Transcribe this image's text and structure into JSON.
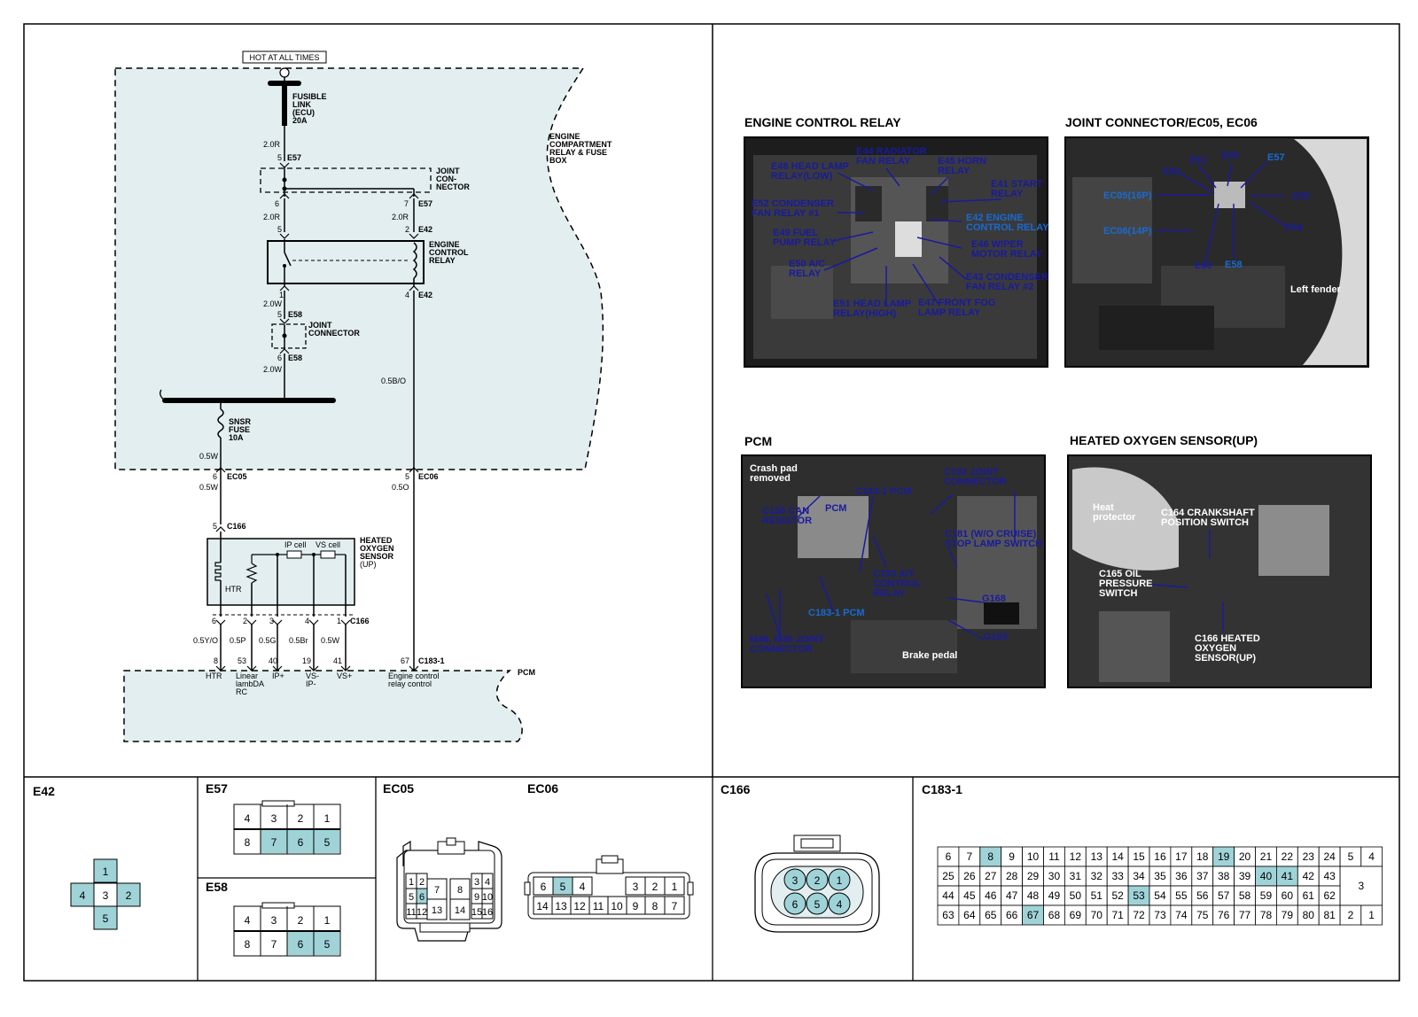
{
  "schematic": {
    "hot_label": "HOT AT ALL TIMES",
    "fusible_link": [
      "FUSIBLE",
      "LINK",
      "(ECU)",
      "20A"
    ],
    "relay_box": [
      "ENGINE",
      "COMPARTMENT",
      "RELAY & FUSE",
      "BOX"
    ],
    "joint_connector_1": [
      "JOINT",
      "CON-",
      "NECTOR"
    ],
    "engine_control_relay": [
      "ENGINE",
      "CONTROL",
      "RELAY"
    ],
    "joint_connector_2": [
      "JOINT",
      "CONNECTOR"
    ],
    "snsr_fuse": [
      "SNSR",
      "FUSE",
      "10A"
    ],
    "sensor": [
      "HEATED",
      "OXYGEN",
      "SENSOR",
      "(UP)"
    ],
    "htr": "HTR",
    "ip_cell": "IP cell",
    "vs_cell": "VS cell",
    "pcm": "PCM",
    "connectors": {
      "e57": "E57",
      "e42": "E42",
      "e58": "E58",
      "ec05": "EC05",
      "ec06": "EC06",
      "c166": "C166",
      "c183": "C183-1"
    },
    "wires": {
      "w20r_a": "2.0R",
      "w20r_b": "2.0R",
      "w20r_c": "2.0R",
      "w20w_a": "2.0W",
      "w20w_b": "2.0W",
      "w05w_a": "0.5W",
      "w05w_b": "0.5W",
      "w05bo": "0.5B/O",
      "w05o": "0.5O",
      "w05yo": "0.5Y/O",
      "w05p": "0.5P",
      "w05g": "0.5G",
      "w05br": "0.5Br",
      "w05w_c": "0.5W"
    },
    "pins": {
      "p5": "5",
      "p6": "6",
      "p7": "7",
      "p2": "2",
      "p5b": "5",
      "p1": "1",
      "p4": "4",
      "p5c": "5",
      "p6b": "6",
      "p6c": "6",
      "p5d": "5",
      "p5e": "5",
      "s6": "6",
      "s2": "2",
      "s3": "3",
      "s4": "4",
      "s1": "1",
      "q8": "8",
      "q53": "53",
      "q40": "40",
      "q19": "19",
      "q41": "41",
      "q67": "67"
    },
    "pcm_pins": [
      "HTR",
      "Linear",
      "lambDA",
      "RC",
      "IP+",
      "VS-",
      "IP-",
      "VS+",
      "Engine control",
      "relay control"
    ]
  },
  "photos": {
    "engine_control_relay": {
      "title": "ENGINE CONTROL RELAY",
      "labels": [
        "E48 HEAD LAMP",
        "RELAY(LOW)",
        "E44 RADIATOR",
        "FAN RELAY",
        "E45 HORN",
        "RELAY",
        "E41 START",
        "RELAY",
        "E52 CONDENSER",
        "FAN RELAY #1",
        "E42 ENGINE",
        "CONTROL RELAY",
        "E49 FUEL",
        "PUMP RELAY",
        "E46 WIPER",
        "MOTOR RELAY",
        "E50 A/C",
        "RELAY",
        "E43 CONDENSER",
        "FAN RELAY #2",
        "E51 HEAD LAMP",
        "RELAY(HIGH)",
        "E47 FRONT FOG",
        "LAMP RELAY"
      ]
    },
    "joint_connector": {
      "title": "JOINT CONNECTOR/EC05, EC06",
      "labels": [
        "E61",
        "E59",
        "E57",
        "E62",
        "EC05(16P)",
        "E55",
        "EC06(14P)",
        "E56",
        "E60",
        "E58",
        "Left fender"
      ]
    },
    "pcm": {
      "title": "PCM",
      "labels": [
        "Crash pad",
        "removed",
        "C183-2 PCM",
        "C192 JOINT",
        "CONNECTOR",
        "C156 CAN",
        "RESISTOR",
        "PCM",
        "C181 (W/O CRUISE)",
        "STOP LAMP SWITCH",
        "C193 A/T",
        "CONTROL",
        "RELAY",
        "G168",
        "C183-1 PCM",
        "M46, M45 JOINT",
        "CONNECTOR",
        "G169",
        "Brake pedal"
      ]
    },
    "heated_oxygen_sensor": {
      "title": "HEATED OXYGEN SENSOR(UP)",
      "labels": [
        "Heat",
        "protector",
        "C164 CRANKSHAFT",
        "POSITION SWITCH",
        "C165 OIL",
        "PRESSURE",
        "SWITCH",
        "C166 HEATED",
        "OXYGEN",
        "SENSOR(UP)"
      ]
    }
  },
  "connector_views": {
    "e42": {
      "title": "E42",
      "pins": [
        "1",
        "4",
        "3",
        "2",
        "5"
      ]
    },
    "e57": {
      "title": "E57",
      "top": [
        "4",
        "3",
        "2",
        "1"
      ],
      "bottom": [
        "8",
        "7",
        "6",
        "5"
      ]
    },
    "e58": {
      "title": "E58",
      "top": [
        "4",
        "3",
        "2",
        "1"
      ],
      "bottom": [
        "8",
        "7",
        "6",
        "5"
      ]
    },
    "ec05": {
      "title": "EC05",
      "cells": [
        "1",
        "2",
        "3",
        "4",
        "5",
        "6",
        "7",
        "8",
        "9",
        "10",
        "11",
        "12",
        "13",
        "14",
        "15",
        "16"
      ]
    },
    "ec06": {
      "title": "EC06",
      "top": [
        "6",
        "5",
        "4",
        "3",
        "2",
        "1"
      ],
      "bottom": [
        "14",
        "13",
        "12",
        "11",
        "10",
        "9",
        "8",
        "7"
      ]
    },
    "c166": {
      "title": "C166",
      "top": [
        "3",
        "2",
        "1"
      ],
      "bottom": [
        "6",
        "5",
        "4"
      ]
    },
    "c183": {
      "title": "C183-1",
      "rows": [
        [
          "6",
          "7",
          "8",
          "9",
          "10",
          "11",
          "12",
          "13",
          "14",
          "15",
          "16",
          "17",
          "18",
          "19",
          "20",
          "21",
          "22",
          "23",
          "24"
        ],
        [
          "25",
          "26",
          "27",
          "28",
          "29",
          "30",
          "31",
          "32",
          "33",
          "34",
          "35",
          "36",
          "37",
          "38",
          "39",
          "40",
          "41",
          "42",
          "43"
        ],
        [
          "44",
          "45",
          "46",
          "47",
          "48",
          "49",
          "50",
          "51",
          "52",
          "53",
          "54",
          "55",
          "56",
          "57",
          "58",
          "59",
          "60",
          "61",
          "62"
        ],
        [
          "63",
          "64",
          "65",
          "66",
          "67",
          "68",
          "69",
          "70",
          "71",
          "72",
          "73",
          "74",
          "75",
          "76",
          "77",
          "78",
          "79",
          "80",
          "81"
        ]
      ],
      "side": [
        "5",
        "4",
        "3",
        "2",
        "1"
      ]
    }
  },
  "colors": {
    "highlight": "#9fd3d8",
    "box_fill": "#e2eef0",
    "label_blue": "#1a1a9e",
    "label_cyan": "#1a6ad0"
  }
}
